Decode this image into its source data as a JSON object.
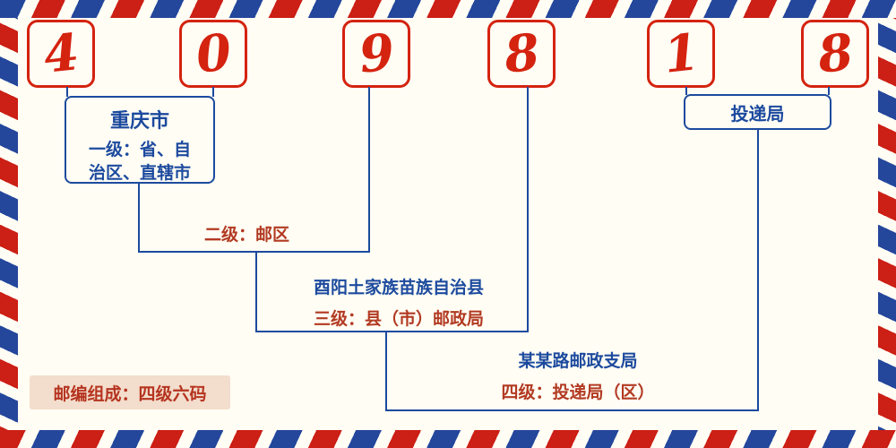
{
  "postal_code": {
    "digits": [
      "4",
      "0",
      "9",
      "8",
      "1",
      "8"
    ]
  },
  "levels": {
    "level1": {
      "place": "重庆市",
      "label": "一级：省、自治区、直辖市"
    },
    "level2": {
      "label": "二级：邮区"
    },
    "level3": {
      "place": "酉阳土家族苗族自治县",
      "label": "三级：县（市）邮政局"
    },
    "level4": {
      "place": "某某路邮政支局",
      "label": "四级：投递局（区）"
    },
    "delivery_office": {
      "label": "投递局"
    }
  },
  "footer": {
    "composition_note": "邮编组成：四级六码"
  },
  "colors": {
    "digit_red": "#d4230f",
    "text_blue": "#1c4a9e",
    "text_red": "#b23a22",
    "stripe_red": "#cc1f15",
    "stripe_blue": "#24479c",
    "badge_background": "#f3ddcc",
    "background": "#fffdf4"
  }
}
